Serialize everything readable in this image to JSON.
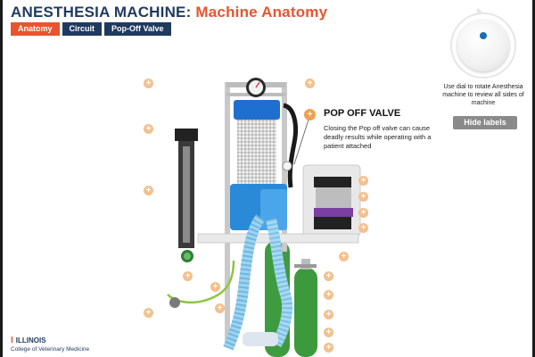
{
  "header": {
    "title_main": "ANESTHESIA MACHINE:",
    "title_sub": "Machine Anatomy"
  },
  "tabs": [
    {
      "label": "Anatomy",
      "active": true
    },
    {
      "label": "Circuit",
      "active": false
    },
    {
      "label": "Pop-Off Valve",
      "active": false
    }
  ],
  "rotation": {
    "hint": "Use dial to rotate Anesthesia machine to review all sides of machine",
    "hide_labels": "Hide labels"
  },
  "callout": {
    "title": "POP OFF VALVE",
    "body": "Closing the Pop off valve can cause deadly results while operating with a patient attached"
  },
  "logo": {
    "mark": "I",
    "name": "ILLINOIS",
    "sub": "College of Veterinary Medicine"
  },
  "colors": {
    "navy": "#1f3a5f",
    "orange": "#e8542e",
    "hotspot": "#f4c08d"
  }
}
